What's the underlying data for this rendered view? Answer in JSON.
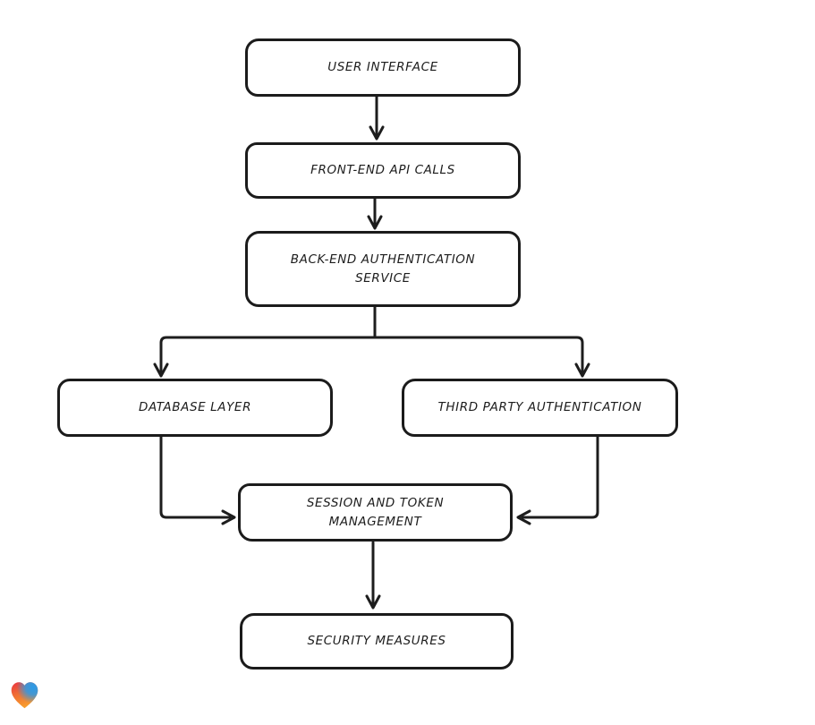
{
  "diagram": {
    "type": "flowchart",
    "stroke_color": "#1d1d1d",
    "node_fill": "#ffffff",
    "nodes": [
      {
        "id": "user-interface",
        "label": "USER INTERFACE"
      },
      {
        "id": "front-end-api-calls",
        "label": "FRONT-END API CALLS"
      },
      {
        "id": "back-end-authentication-service",
        "label": "BACK-END AUTHENTICATION SERVICE"
      },
      {
        "id": "database-layer",
        "label": "DATABASE LAYER"
      },
      {
        "id": "third-party-authentication",
        "label": "THIRD PARTY AUTHENTICATION"
      },
      {
        "id": "session-and-token-management",
        "label": "SESSION AND TOKEN MANAGEMENT"
      },
      {
        "id": "security-measures",
        "label": "SECURITY MEASURES"
      }
    ],
    "edges": [
      {
        "from": "user-interface",
        "to": "front-end-api-calls"
      },
      {
        "from": "front-end-api-calls",
        "to": "back-end-authentication-service"
      },
      {
        "from": "back-end-authentication-service",
        "to": "database-layer"
      },
      {
        "from": "back-end-authentication-service",
        "to": "third-party-authentication"
      },
      {
        "from": "database-layer",
        "to": "session-and-token-management"
      },
      {
        "from": "third-party-authentication",
        "to": "session-and-token-management"
      },
      {
        "from": "session-and-token-management",
        "to": "security-measures"
      }
    ]
  },
  "logo": {
    "name": "gradient-heart-logo",
    "colors": {
      "red": "#ea3542",
      "blue": "#2b9be8",
      "orange": "#f79d2d"
    }
  }
}
